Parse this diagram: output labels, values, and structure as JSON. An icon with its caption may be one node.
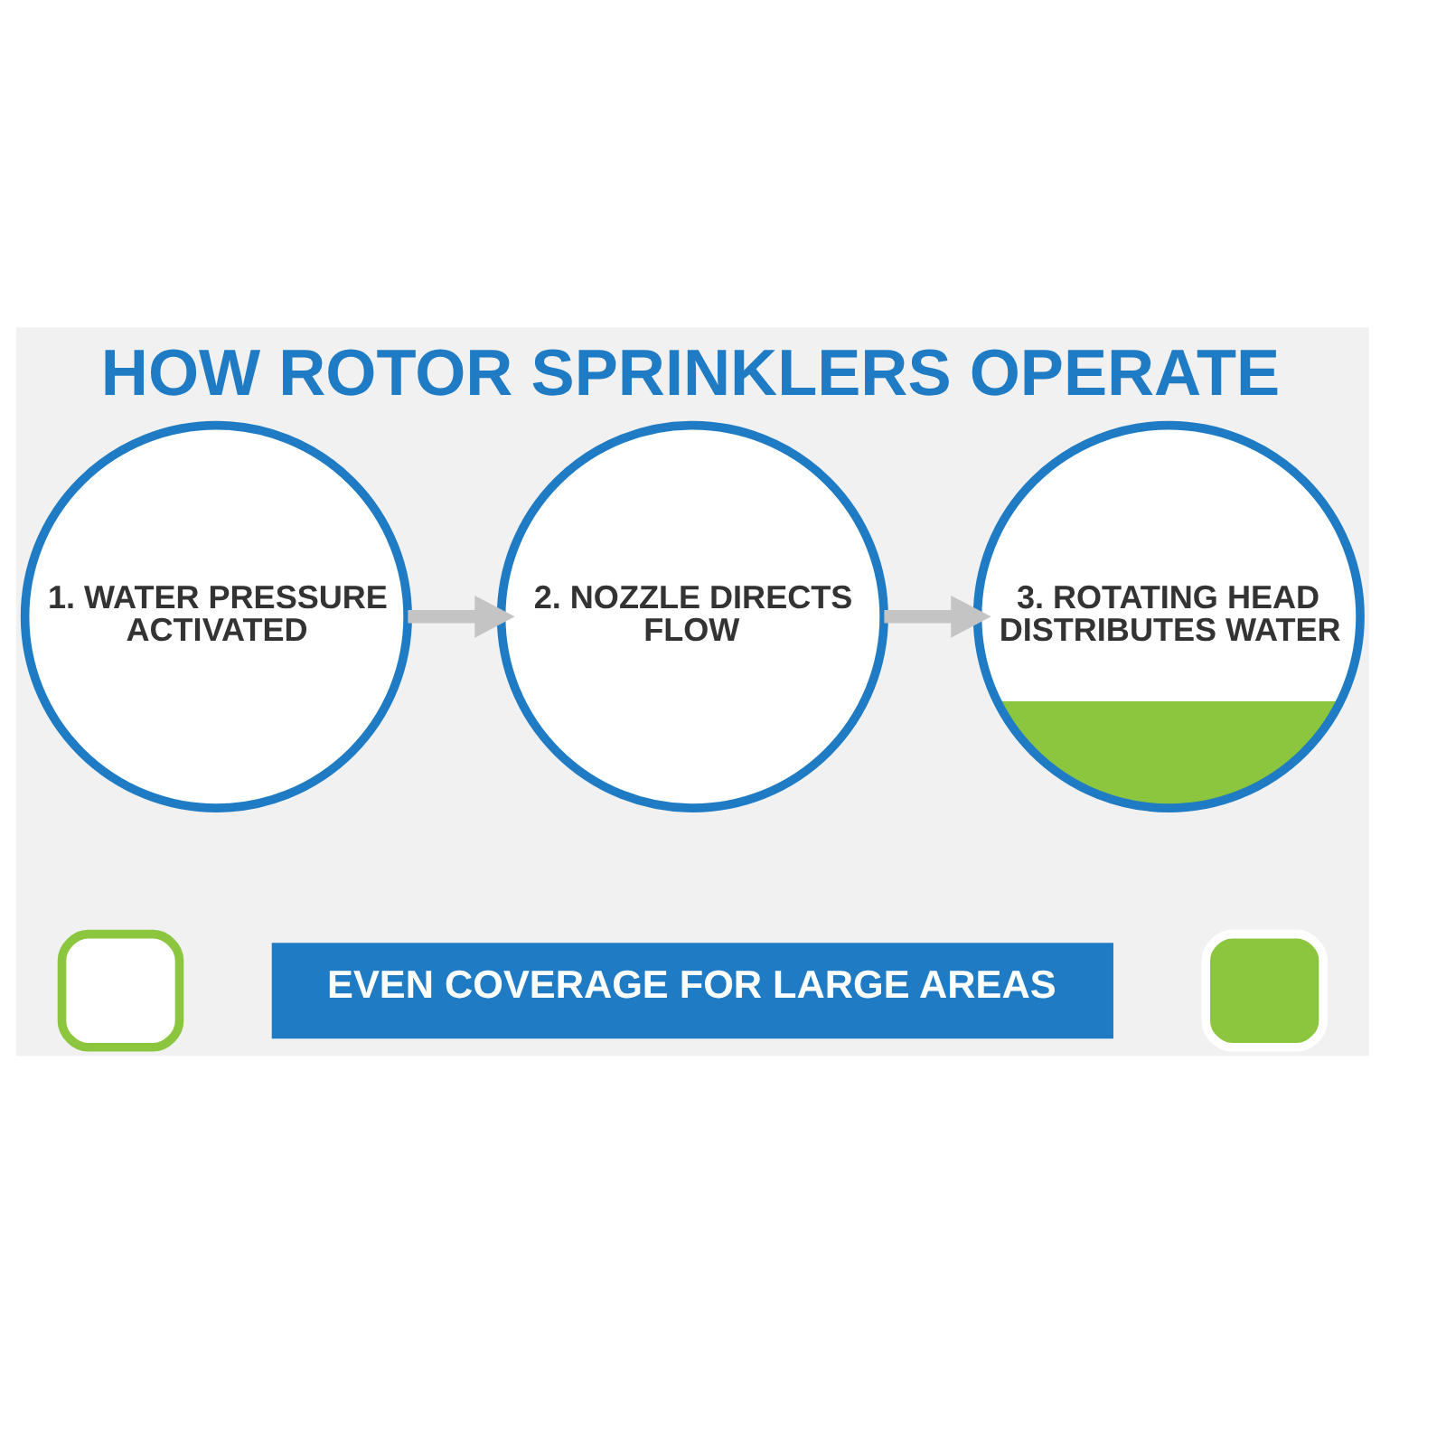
{
  "diagram": {
    "title": "HOW ROTOR SPRINKLERS OPERATE",
    "nodes": [
      {
        "text": [
          "1. WATER PRESSURE ACTIVATED"
        ]
      },
      {
        "text": [
          "2. NOZZLE DIRECTS FLOW"
        ]
      },
      {
        "text": [
          "3. ROTATING HEAD DISTRIBUTES WATER"
        ]
      },
      {
        "text": [],
        "shape": "box"
      },
      {
        "text": [
          "EVEN COVERAGE FOR LARGE AREAS"
        ]
      },
      {
        "text": [],
        "shape": "box"
      }
    ],
    "edges": [
      {
        "from": 0,
        "to": 1,
        "arrow": "to"
      },
      {
        "from": 1,
        "to": 2,
        "arrow": "to"
      }
    ]
  }
}
